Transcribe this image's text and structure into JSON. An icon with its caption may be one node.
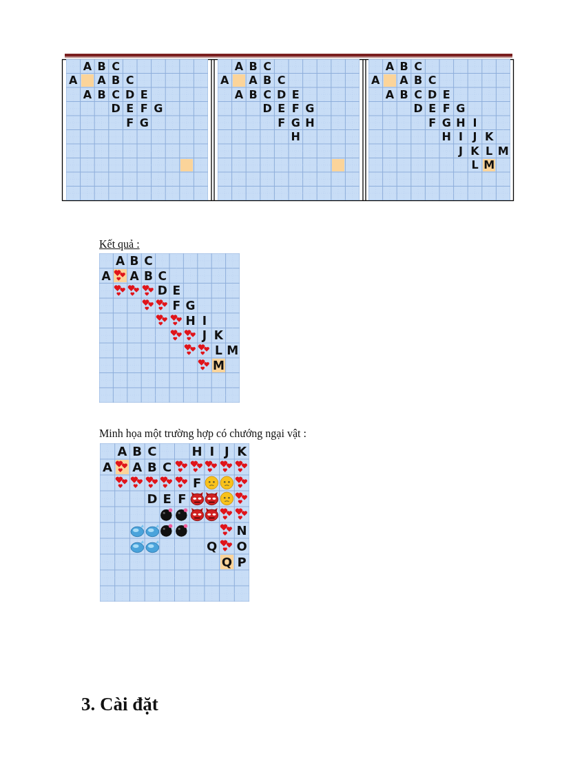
{
  "diagram": {
    "labels": [
      "A",
      "B",
      "C",
      "A",
      "A",
      "B",
      "C",
      "A",
      "B",
      "C",
      "D",
      "E",
      "D",
      "E",
      "F",
      "G",
      "F",
      "G",
      "A",
      "B",
      "C",
      "A",
      "A",
      "B",
      "C",
      "A",
      "B",
      "C",
      "D",
      "E",
      "D",
      "E",
      "F",
      "G",
      "F",
      "G",
      "H",
      "H",
      "A",
      "B",
      "C",
      "A",
      "A",
      "B",
      "C",
      "A",
      "B",
      "C",
      "D",
      "E",
      "D",
      "E",
      "F",
      "G",
      "F",
      "G",
      "H",
      "I",
      "H",
      "I",
      "J",
      "K",
      "J",
      "K",
      "L",
      "M",
      "L",
      "M",
      "Kết quả :",
      "A",
      "B",
      "C",
      "A",
      "A",
      "B",
      "C",
      "D",
      "E",
      "F",
      "G",
      "H",
      "I",
      "J",
      "K",
      "L",
      "M",
      "M",
      "Minh họa một trường hợp  có chướng ngại vật :",
      "A",
      "B",
      "C",
      "H",
      "I",
      "J",
      "K",
      "A",
      "A",
      "B",
      "C",
      "F",
      "D",
      "E",
      "F",
      "N",
      "Q",
      "O",
      "Q",
      "P",
      "3. Cài đặt"
    ]
  }
}
